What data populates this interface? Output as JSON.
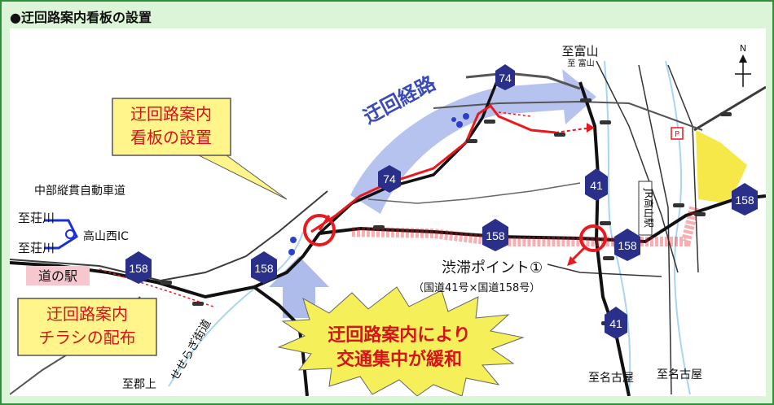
{
  "title": "●迂回路案内看板の設置",
  "callouts": {
    "signboard": [
      "迂回路案内",
      "看板の設置"
    ],
    "flyer": [
      "迂回路案内",
      "チラシの配布"
    ],
    "burst": [
      "迂回路案内により",
      "交通集中が緩和"
    ],
    "detour": "迂回経路"
  },
  "places": {
    "to_toyama": "至富山",
    "to_toyama_small": "至 富山",
    "to_shokawa_1": "至荘川",
    "to_shokawa_2": "至荘川",
    "expressway": "中部縦貫自動車道",
    "interchange": "高山西IC",
    "michinoeki": "道の駅",
    "to_gujo": "至郡上",
    "seseragi": "せせらぎ街道",
    "to_nagoya_1": "至名古屋",
    "to_nagoya_2": "至名古屋",
    "station": "JR高山駅",
    "parking": "P",
    "north": "N"
  },
  "congestion": {
    "label": "渋滞ポイント①",
    "sub": "（国道41号×国道158号）"
  },
  "routes": [
    {
      "num": "74"
    },
    {
      "num": "74"
    },
    {
      "num": "41"
    },
    {
      "num": "41"
    },
    {
      "num": "158"
    },
    {
      "num": "158"
    },
    {
      "num": "158"
    },
    {
      "num": "158"
    },
    {
      "num": "158"
    }
  ],
  "colors": {
    "frame": "#2f8f3a",
    "background": "#dcf5d8",
    "detour_line": "#e8191f",
    "detour_arrow": "#8e9ee8",
    "callout_fill": "#fff58a",
    "route_shield": "#2a2f8a",
    "congestion": "#e8191f"
  }
}
